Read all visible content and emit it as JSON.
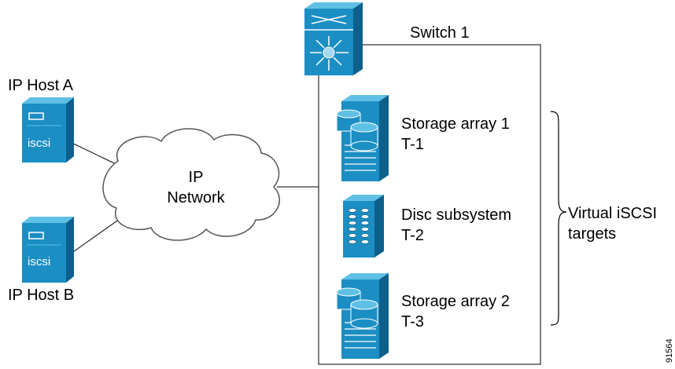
{
  "hosts": {
    "a": {
      "label": "IP Host A",
      "badge": "iscsi"
    },
    "b": {
      "label": "IP Host B",
      "badge": "iscsi"
    }
  },
  "network": {
    "line1": "IP",
    "line2": "Network"
  },
  "switch": {
    "label": "Switch 1"
  },
  "targets": [
    {
      "name": "Storage array 1",
      "id": "T-1"
    },
    {
      "name": "Disc subsystem",
      "id": "T-2"
    },
    {
      "name": "Storage array 2",
      "id": "T-3"
    }
  ],
  "group": {
    "line1": "Virtual iSCSI",
    "line2": "targets"
  },
  "figure_id": "91564",
  "colors": {
    "device": "#1b8ec4",
    "device_dark": "#0d5f8c",
    "device_light": "#5fc0e6",
    "cloud_stroke": "#555555"
  }
}
